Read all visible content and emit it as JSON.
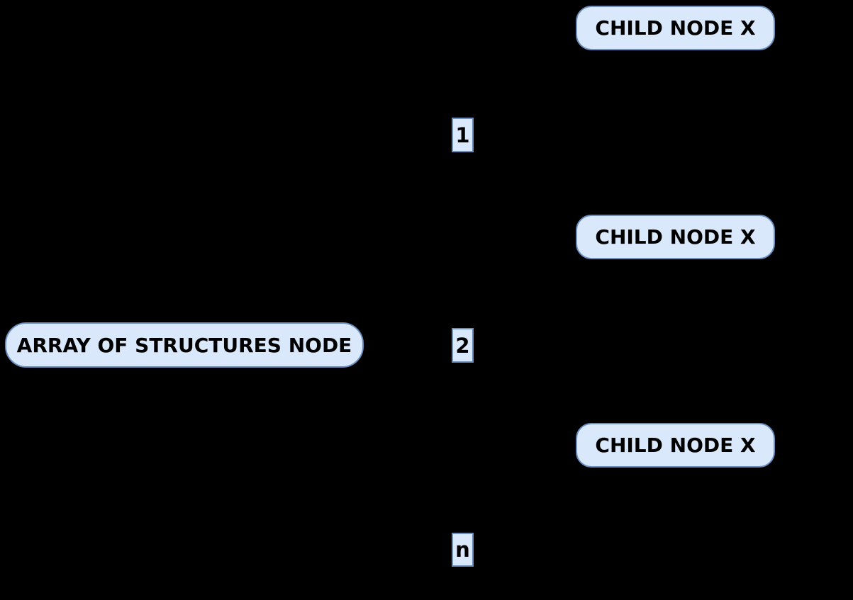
{
  "diagram": {
    "type": "tree",
    "colors": {
      "background": "#000000",
      "node_fill": "#dae8fc",
      "node_border": "#6c8ebf",
      "text": "#000000"
    },
    "root": {
      "label": "ARRAY OF STRUCTURES NODE"
    },
    "index_labels": [
      {
        "label": "1"
      },
      {
        "label": "2"
      },
      {
        "label": "n"
      }
    ],
    "children": [
      {
        "label": "CHILD NODE X"
      },
      {
        "label": "CHILD NODE X"
      },
      {
        "label": "CHILD NODE X"
      }
    ]
  }
}
